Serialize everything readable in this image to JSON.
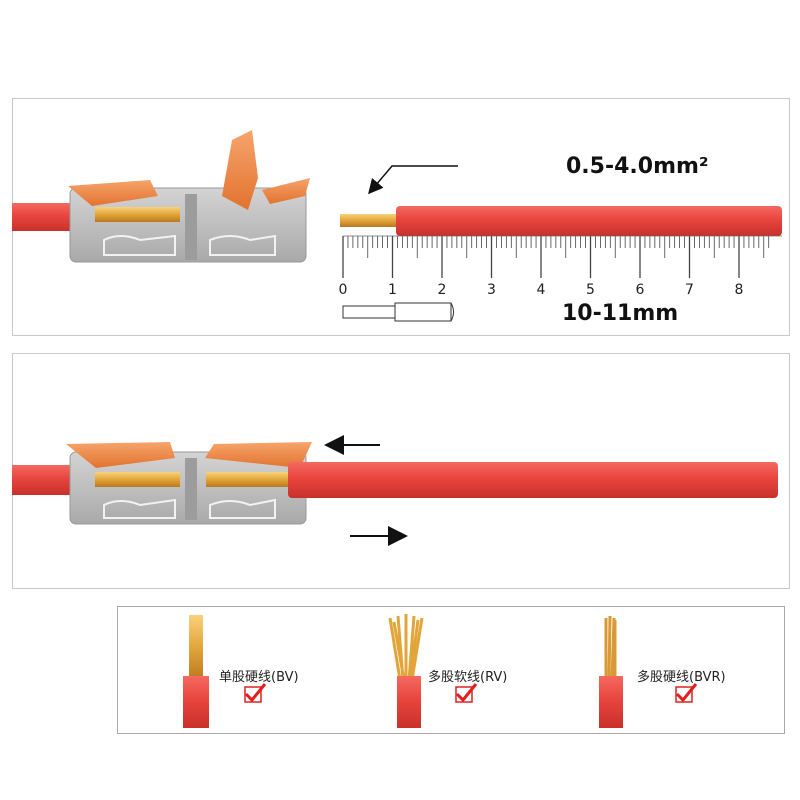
{
  "panel1": {
    "cross_section": "0.5-4.0mm²",
    "strip_length": "10-11mm",
    "ruler_ticks": [
      "0",
      "1",
      "2",
      "3",
      "4",
      "5",
      "6",
      "7",
      "8"
    ]
  },
  "panel3": {
    "wire_types": [
      {
        "label": "单股硬线(BV)",
        "checked": true
      },
      {
        "label": "多股软线(RV)",
        "checked": true
      },
      {
        "label": "多股硬线(BVR)",
        "checked": true
      }
    ]
  },
  "colors": {
    "wire_red": "#e8453f",
    "connector_grey": "#b9b9b9",
    "lever_orange": "#f08a4b",
    "copper": "#e2a53a",
    "check_red": "#e0201e"
  }
}
